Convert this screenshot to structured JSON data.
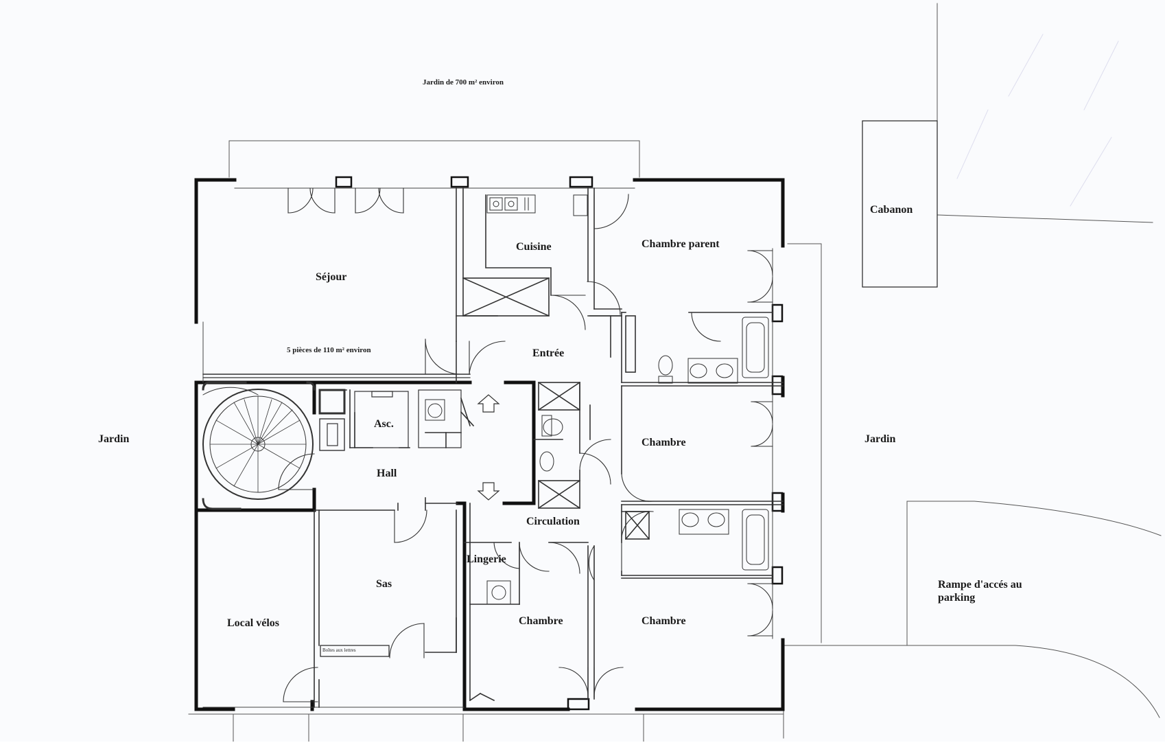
{
  "plan": {
    "garden_area": "Jardin de 700 m² environ",
    "apartment_summary": "5 pièces de 110 m² environ",
    "rooms": {
      "sejour": "Séjour",
      "cuisine": "Cuisine",
      "chambre_parent": "Chambre parent",
      "entree": "Entrée",
      "chambre_east": "Chambre",
      "asc": "Asc.",
      "hall": "Hall",
      "circulation": "Circulation",
      "lingerie": "Lingerie",
      "sas": "Sas",
      "local_velos": "Local vélos",
      "chambre_south_left": "Chambre",
      "chambre_south_right": "Chambre"
    },
    "outside": {
      "jardin_west": "Jardin",
      "jardin_east": "Jardin",
      "cabanon": "Cabanon",
      "rampe": "Rampe d'accés au\nparking"
    },
    "mailbox": "Boîtes aux lettres"
  }
}
